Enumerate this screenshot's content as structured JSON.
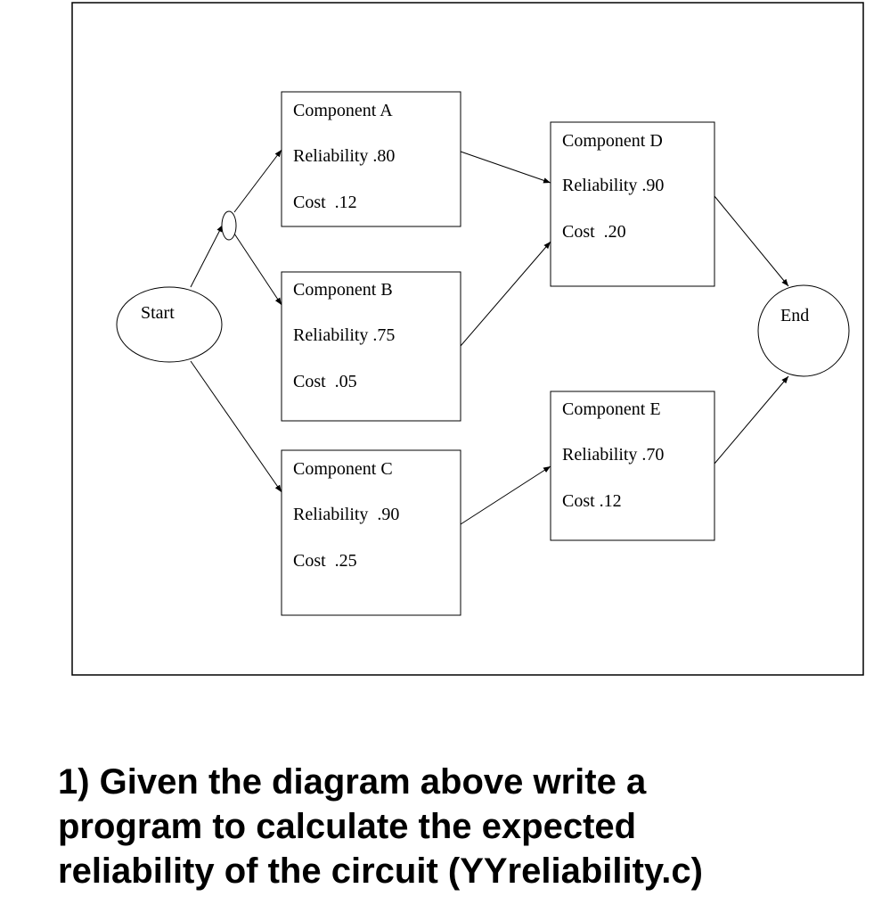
{
  "diagram": {
    "start": {
      "label": "Start"
    },
    "end": {
      "label": "End"
    },
    "components": {
      "a": {
        "name": "Component A",
        "reliability": "Reliability .80",
        "cost": "Cost  .12"
      },
      "b": {
        "name": "Component B",
        "reliability": "Reliability .75",
        "cost": "Cost  .05"
      },
      "c": {
        "name": "Component C",
        "reliability": "Reliability  .90",
        "cost": "Cost  .25"
      },
      "d": {
        "name": "Component D",
        "reliability": "Reliability .90",
        "cost": "Cost  .20"
      },
      "e": {
        "name": "Component E",
        "reliability": "Reliability .70",
        "cost": "Cost .12"
      }
    }
  },
  "question": {
    "lines": [
      "1) Given the diagram above write a",
      "program to calculate the expected",
      "reliability of the circuit (YYreliability.c)"
    ]
  }
}
